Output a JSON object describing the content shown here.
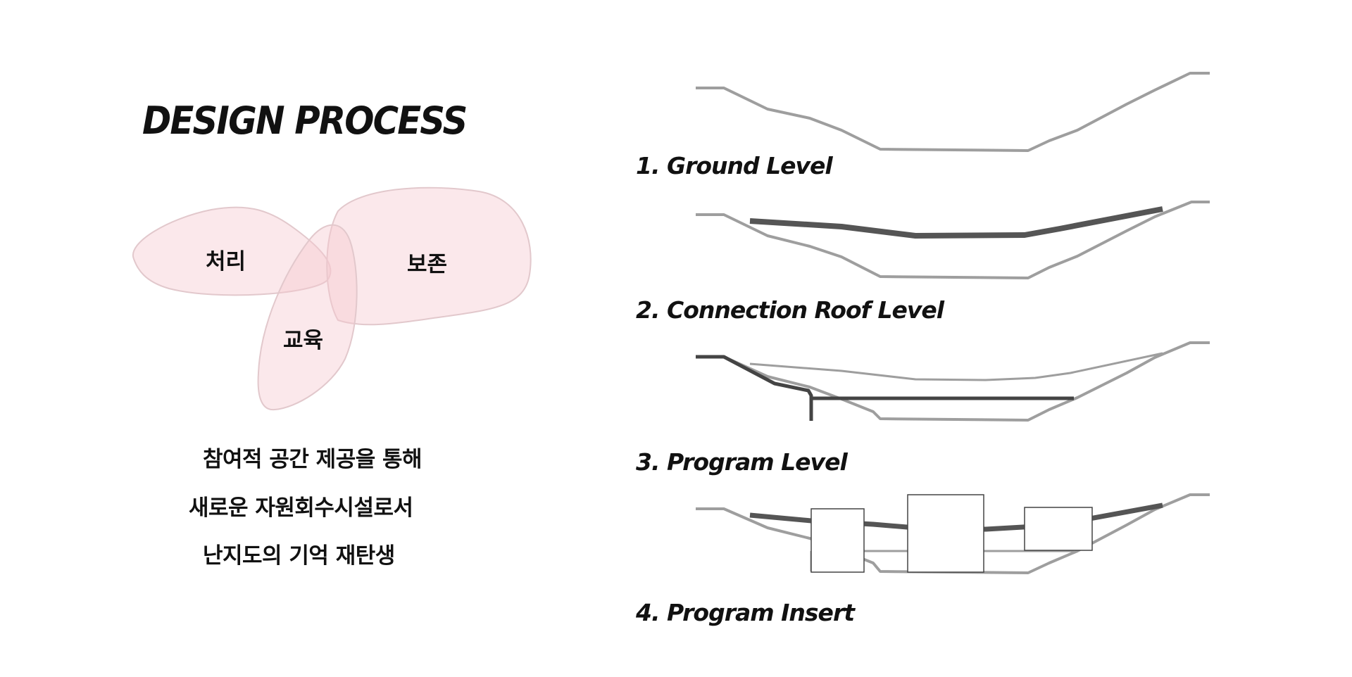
{
  "header": {
    "title": "DESIGN PROCESS"
  },
  "venn": {
    "circles": [
      {
        "label": "처리"
      },
      {
        "label": "보존"
      },
      {
        "label": "교육"
      }
    ],
    "fill_color": "#f5c9d0",
    "stroke_color": "#e2c8cc"
  },
  "statement": {
    "lines": [
      "참여적 공간 제공을 통해",
      "새로운 자원회수시설로서",
      "난지도의 기억 재탄생"
    ]
  },
  "sections": {
    "steps": [
      {
        "label": "1. Ground Level"
      },
      {
        "label": "2. Connection Roof Level"
      },
      {
        "label": "3. Program Level"
      },
      {
        "label": "4. Program Insert"
      }
    ],
    "ground_color": "#9e9e9e",
    "structure_color": "#555555"
  }
}
